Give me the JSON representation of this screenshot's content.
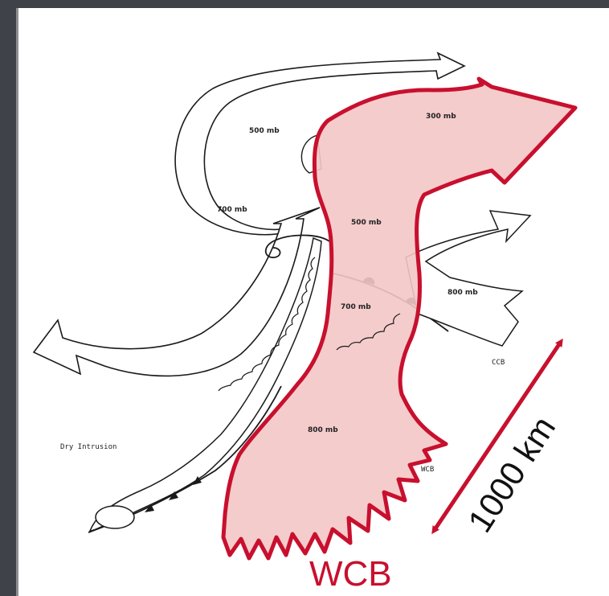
{
  "diagram": {
    "pressure_labels": {
      "p500_upper": "500 mb",
      "p700_left": "700 mb",
      "p300": "300 mb",
      "p500_center": "500 mb",
      "p800_right": "800 mb",
      "p700_center": "700 mb",
      "p800_lower": "800 mb"
    },
    "feature_labels": {
      "ccb": "CCB",
      "dry_intrusion": "Dry Intrusion",
      "wcb_small": "WCB"
    },
    "annotations": {
      "scale_text": "1000 km",
      "wcb_big": "WCB"
    },
    "colors": {
      "wcb_stroke": "#c8102e",
      "wcb_fill": "#f4c7c7",
      "frame": "#3f4349"
    }
  }
}
